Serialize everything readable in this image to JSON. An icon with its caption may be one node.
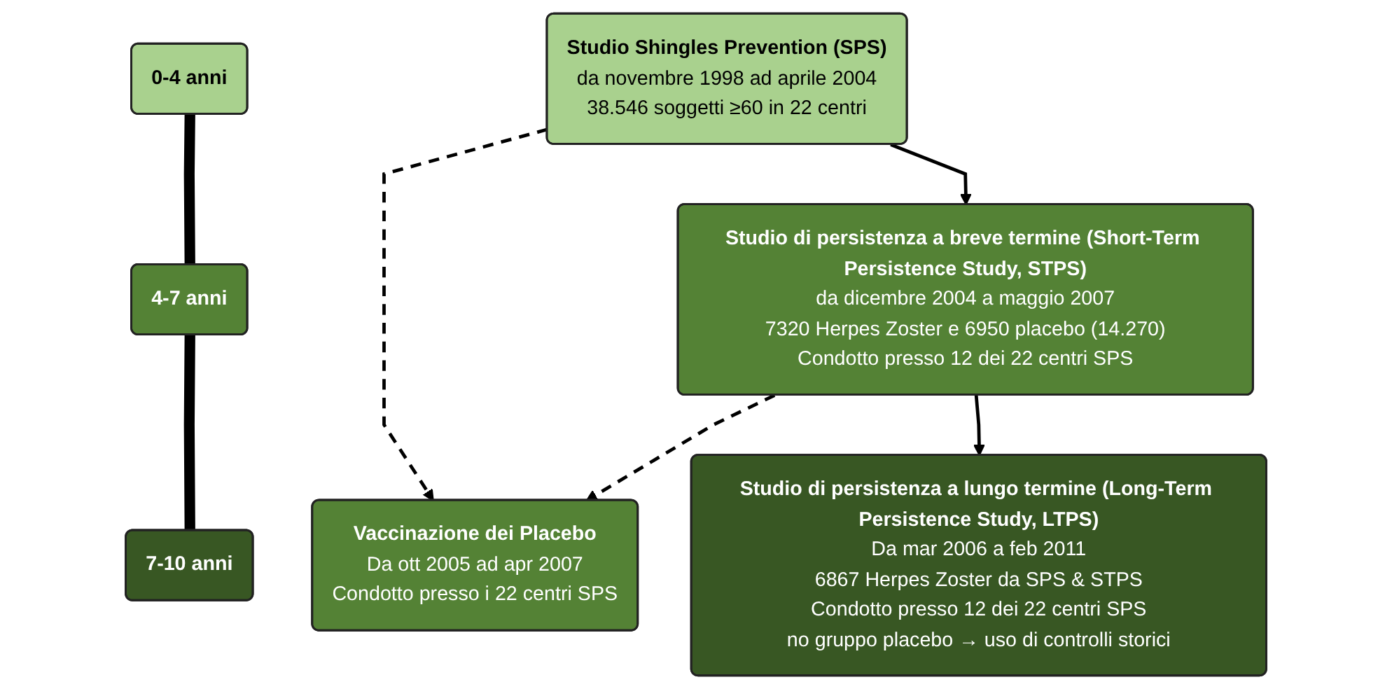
{
  "diagram": {
    "nodes": [
      {
        "text": [
          "0-4 anni"
        ]
      },
      {
        "text": [
          "Studio Shingles Prevention (SPS)",
          "da novembre 1998 ad aprile 2004",
          "38.546 soggetti ≥60 in 22 centri"
        ]
      },
      {
        "text": [
          "4-7 anni"
        ]
      },
      {
        "text": [
          "Studio di persistenza a breve termine (Short-Term Persistence Study, STPS)",
          "da dicembre 2004 a maggio 2007",
          "7320 Herpes Zoster e 6950 placebo (14.270)",
          "Condotto presso 12 dei 22 centri SPS"
        ]
      },
      {
        "text": [
          "Vaccinazione dei Placebo",
          "Da ott 2005 ad apr 2007",
          "Condotto presso i 22 centri SPS"
        ]
      },
      {
        "text": [
          "7-10 anni"
        ]
      },
      {
        "text": [
          "Studio di persistenza a lungo termine (Long-Term Persistence Study, LTPS)",
          "Da mar 2006 a feb 2011",
          "6867 Herpes Zoster da SPS & STPS",
          "Condotto presso 12 dei 22 centri SPS",
          "no gruppo placebo → uso di controlli storici"
        ]
      }
    ],
    "edges": [
      {
        "from": 1,
        "to": 3,
        "arrow": "to"
      },
      {
        "from": 1,
        "to": 4,
        "arrow": "to",
        "style": "dashed"
      },
      {
        "from": 3,
        "to": 4,
        "arrow": "to",
        "style": "dashed"
      },
      {
        "from": 3,
        "to": 6,
        "arrow": "to"
      },
      {
        "from": 0,
        "to": 2,
        "arrow": "none",
        "style": "thick"
      },
      {
        "from": 2,
        "to": 5,
        "arrow": "none",
        "style": "thick"
      }
    ]
  }
}
